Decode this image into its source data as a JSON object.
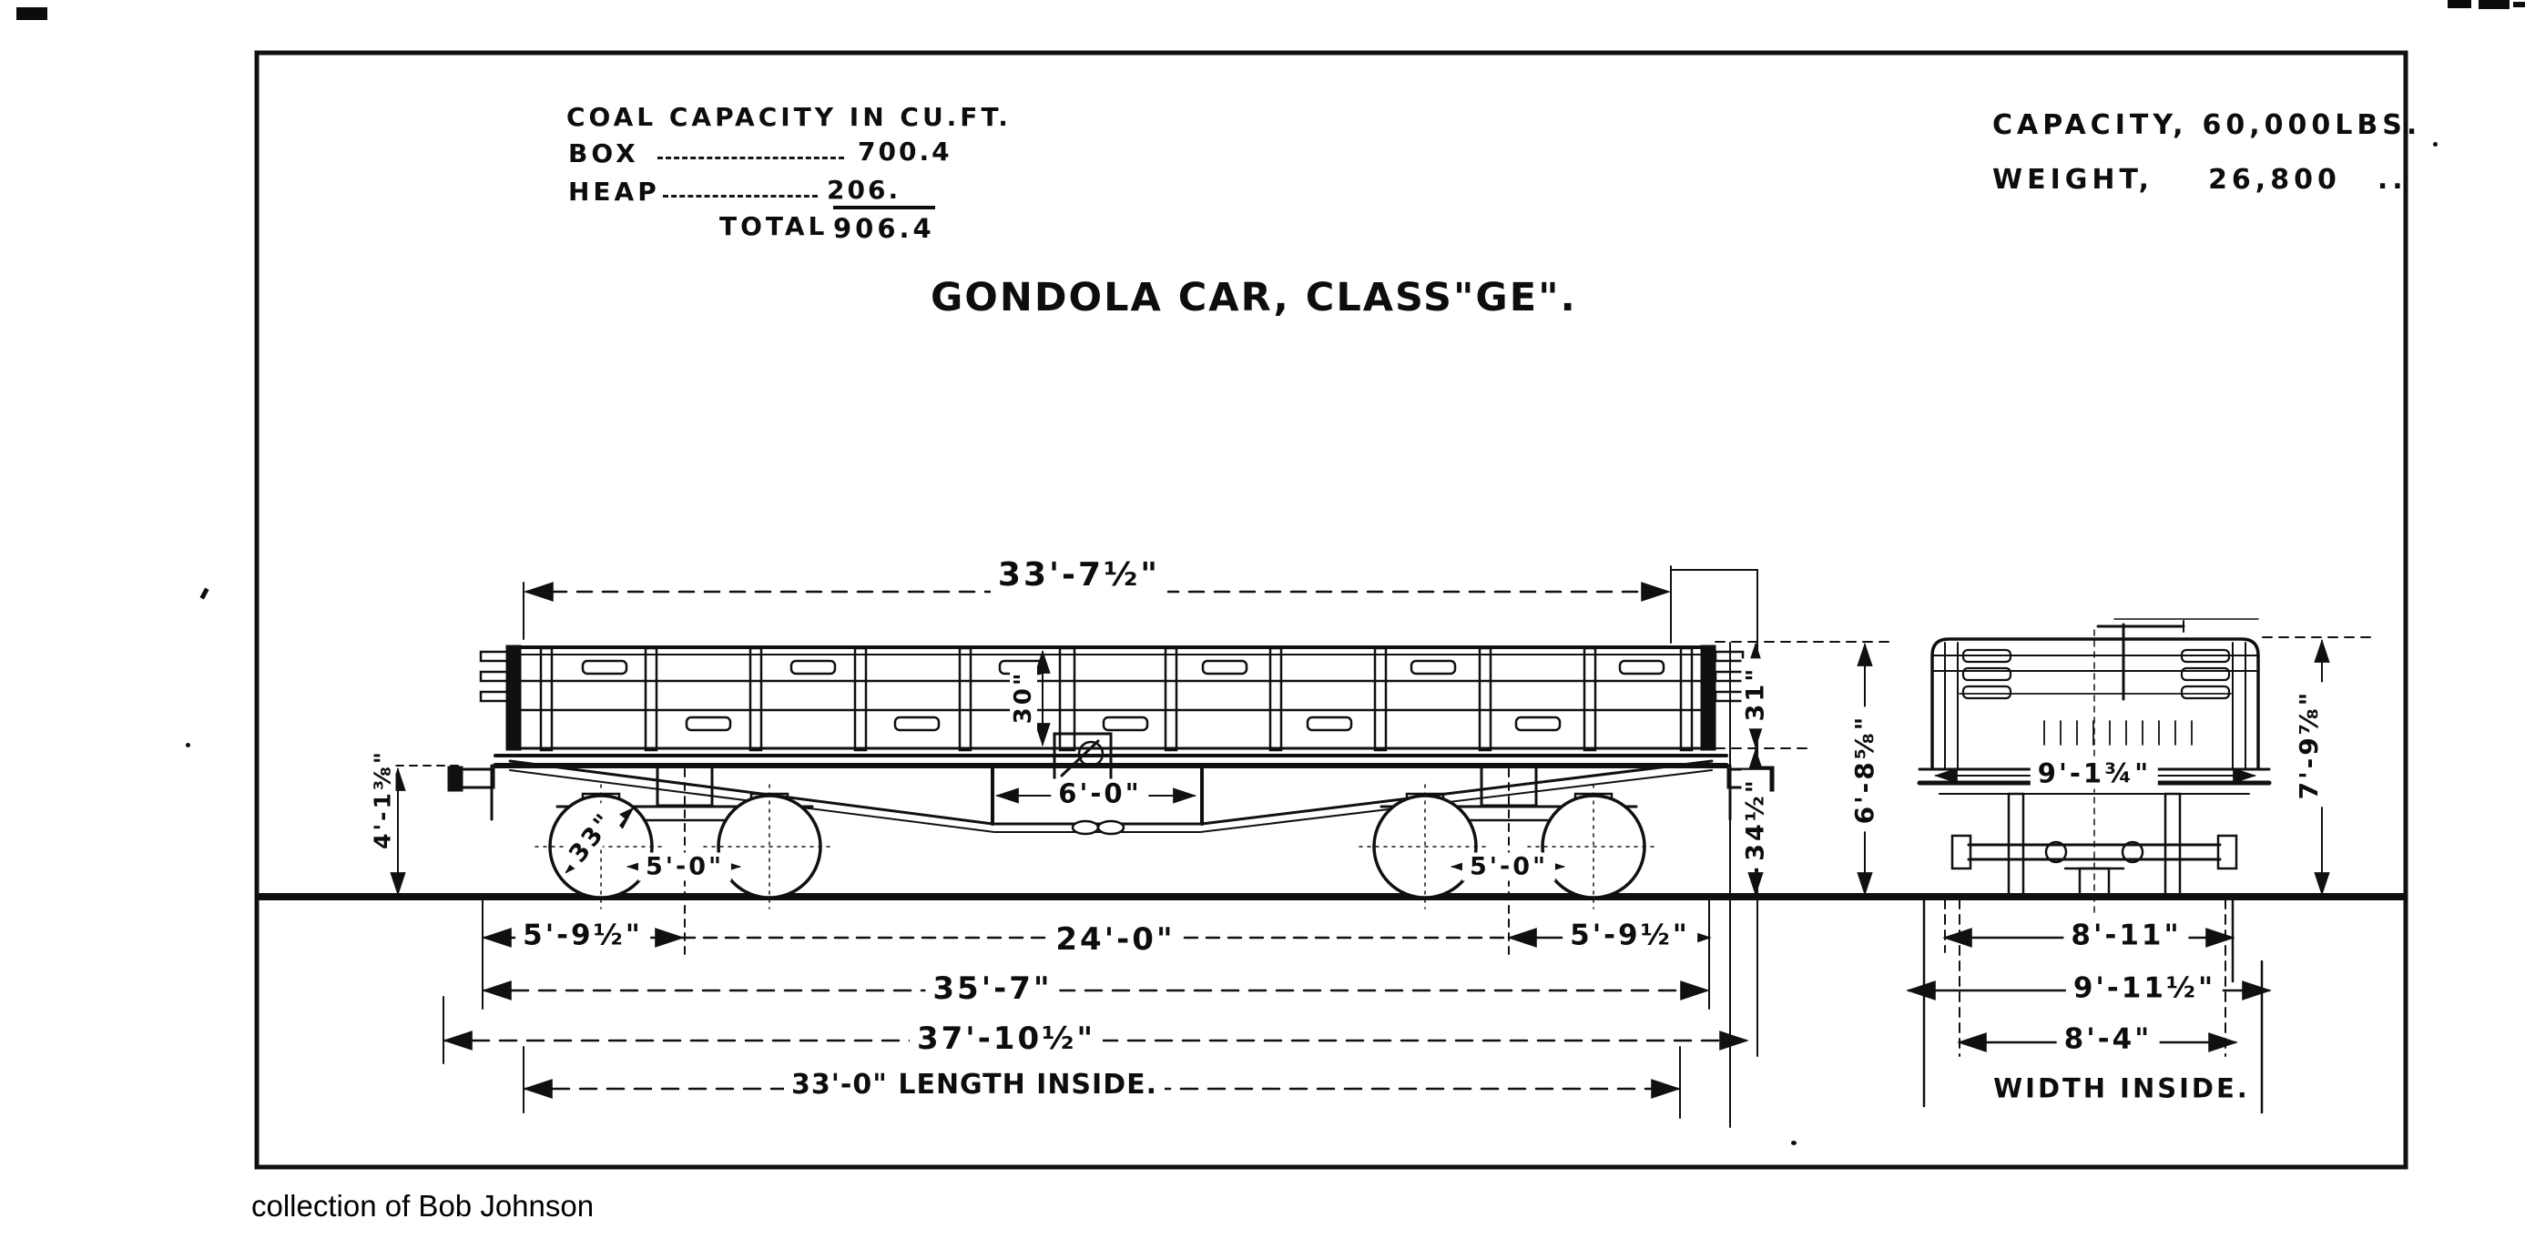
{
  "coal_table": {
    "title": "COAL CAPACITY IN CU.FT.",
    "box_label": "BOX",
    "box_value": "700.4",
    "heap_label": "HEAP",
    "heap_value": "206.",
    "total_label": "TOTAL",
    "total_value": "906.4"
  },
  "ratings": {
    "capacity_label": "CAPACITY,",
    "capacity_value": "60,000LBS.",
    "weight_label": "WEIGHT,",
    "weight_value": "26,800",
    "weight_ditto": ".."
  },
  "title": "GONDOLA CAR, CLASS\"GE\".",
  "side_view": {
    "length_over_stakes": "33'-7½\"",
    "side_depth": "30\"",
    "queen_post_spacing": "6'-0\"",
    "wheel_size": "33\"",
    "wheelbase_front": "5'-0\"",
    "wheelbase_rear": "5'-0\"",
    "coupler_height": "4'-1⅜\"",
    "side_height": "31\"",
    "floor_height": "34½\"",
    "overall_height": "6'-8⅝\"",
    "end_overhang_left": "5'-9½\"",
    "truck_centers": "24'-0\"",
    "end_overhang_right": "5'-9½\"",
    "length_over_end_sills": "35'-7\"",
    "length_over_couplers": "37'-10½\"",
    "length_inside": "33'-0\" LENGTH INSIDE."
  },
  "end_view": {
    "width_over_sheathing": "9'-1¾\"",
    "height_over_side": "7'-9⅞\"",
    "width_over_box": "8'-11\"",
    "width_overall": "9'-11½\"",
    "width_inside_value": "8'-4\"",
    "width_inside_label": "WIDTH INSIDE."
  },
  "caption": "collection of Bob Johnson"
}
